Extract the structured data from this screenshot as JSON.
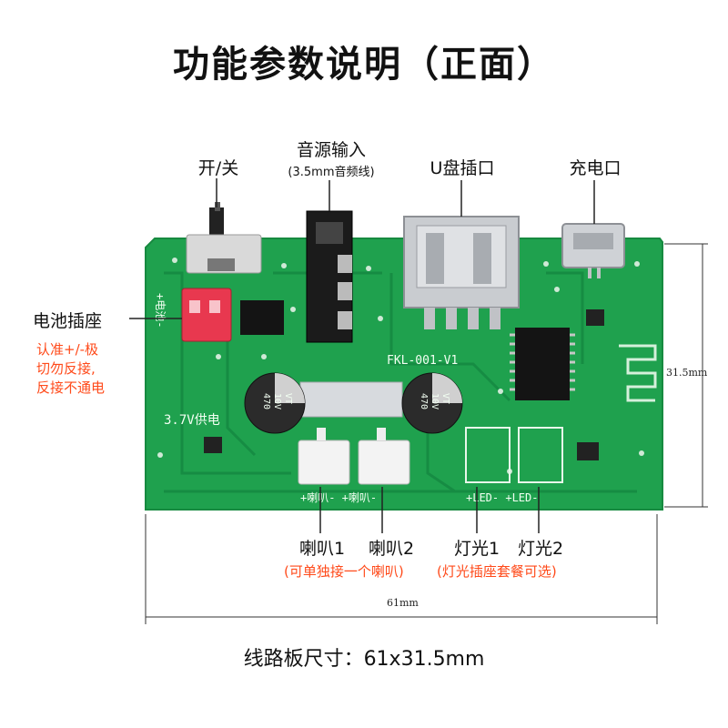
{
  "title": "功能参数说明（正面）",
  "labels": {
    "power_switch": "开/关",
    "audio_input": "音源输入",
    "audio_input_note": "(3.5mm音频线)",
    "usb_port": "U盘插口",
    "charge_port": "充电口",
    "battery_socket": "电池插座",
    "speaker1": "喇叭1",
    "speaker2": "喇叭2",
    "light1": "灯光1",
    "light2": "灯光2"
  },
  "notes": {
    "battery_line1": "认准+/-极",
    "battery_line2": "切勿反接,",
    "battery_line3": "反接不通电",
    "speaker_note": "(可单独接一个喇叭)",
    "light_note": "(灯光插座套餐可选)"
  },
  "dimensions": {
    "height": "31.5mm",
    "width": "61mm"
  },
  "silkscreen": {
    "model": "FKL-001-V1",
    "voltage": "3.7V供电",
    "battery_mark": "+电池-",
    "speaker_mark": "+喇叭-  +喇叭-",
    "led_mark": "+LED-  +LED-",
    "cap_text1": "470",
    "cap_text2": "10V",
    "cap_text3": "VT"
  },
  "footer": "线路板尺寸：61x31.5mm",
  "colors": {
    "pcb": "#1fa14e",
    "note": "#ff4a1a"
  }
}
